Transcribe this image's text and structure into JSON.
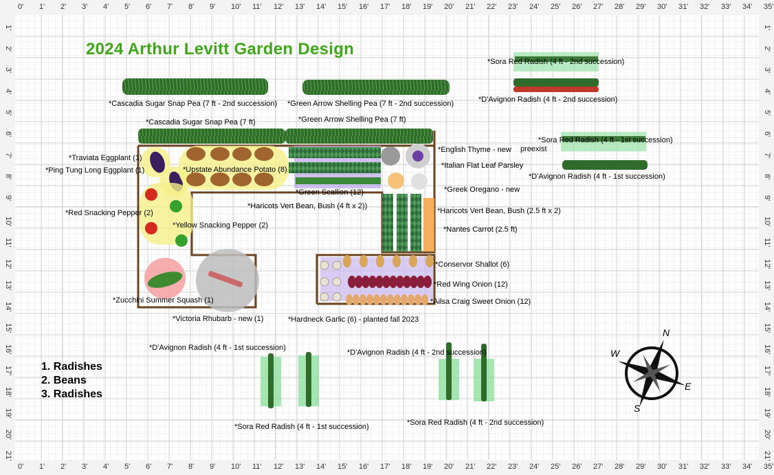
{
  "title": "2024 Arthur Levitt Garden Design",
  "ruler_ticks": [
    "0'",
    "1'",
    "2'",
    "3'",
    "4'",
    "5'",
    "6'",
    "7'",
    "8'",
    "9'",
    "10'",
    "11'",
    "12'",
    "13'",
    "14'",
    "15'",
    "16'",
    "17'",
    "18'",
    "19'",
    "20'",
    "21'",
    "22'",
    "23'",
    "24'",
    "25'",
    "26'",
    "27'",
    "28'",
    "29'",
    "30'",
    "31'",
    "32'",
    "33'",
    "34'",
    "35'"
  ],
  "ruler_ticks_v": [
    "1'",
    "2'",
    "3'",
    "4'",
    "5'",
    "6'",
    "7'",
    "8'",
    "9'",
    "10'",
    "11'",
    "12'",
    "13'",
    "14'",
    "15'",
    "16'",
    "17'",
    "18'",
    "19'",
    "20'",
    "21'"
  ],
  "legend": [
    "1. Radishes",
    "2. Beans",
    "3. Radishes"
  ],
  "compass": {
    "n": "N",
    "s": "S",
    "e": "E",
    "w": "W"
  },
  "labels": {
    "cascadia_2nd": "*Cascadia Sugar Snap Pea (7 ft - 2nd succession)",
    "green_arrow_2nd": "*Green Arrow Shelling Pea (7 ft - 2nd succession)",
    "cascadia": "*Cascadia Sugar Snap Pea (7 ft)",
    "green_arrow": "*Green Arrow Shelling Pea (7 ft)",
    "sora_top_2nd": "*Sora Red Radish (4 ft - 2nd succession)",
    "davignon_top_2nd": "*D'Avignon Radish (4 ft - 2nd succession)",
    "sora_right_1st": "*Sora Red Radish (4 ft - 1st succession)",
    "davignon_right_1st": "*D'Avignon Radish (4 ft - 1st succession)",
    "traviata": "*Traviata Eggplant (1)",
    "ping_tung": "*Ping Tung Long Eggplant (1)",
    "potato": "*Upstate Abundance Potato (8)",
    "english_thyme": "*English Thyme - new",
    "preexist": "preexist",
    "parsley": "*Italian Flat Leaf Parsley",
    "oregano": "*Greek Oregano - new",
    "scallion": "*Green Scallion (12)",
    "red_pepper": "*Red Snacking Pepper (2)",
    "yellow_pepper": "*Yellow Snacking Pepper (2)",
    "haricots_4": "*Haricots Vert Bean, Bush (4 ft x 2))",
    "haricots_25": "*Haricots Vert Bean, Bush (2.5 ft x 2)",
    "carrot": "*Nantes Carrot (2.5 ft)",
    "shallot": "*Conservor Shallot (6)",
    "red_wing": "*Red Wing Onion (12)",
    "ailsa": "*Ailsa Craig Sweet Onion (12)",
    "zucchini": "*Zucchini Summer Squash (1)",
    "rhubarb": "*Victoria Rhubarb - new (1)",
    "garlic": "*Hardneck Garlic (6) - planted fall 2023",
    "davignon_low_1st": "*D'Avignon Radish (4 ft - 1st succession)",
    "davignon_low_2nd": "*D'Avignon Radish (4 ft - 2nd succession)",
    "sora_low_1st": "*Sora Red Radish (4 ft - 1st succession)",
    "sora_low_2nd": "*Sora Red Radish (4 ft - 2nd succession)"
  },
  "colors": {
    "title": "#3fa61a",
    "bed": "#6b4420",
    "pea": "#2e7d32",
    "radish_band": "#8fe0a0",
    "onion_band": "#c9b8f0"
  }
}
